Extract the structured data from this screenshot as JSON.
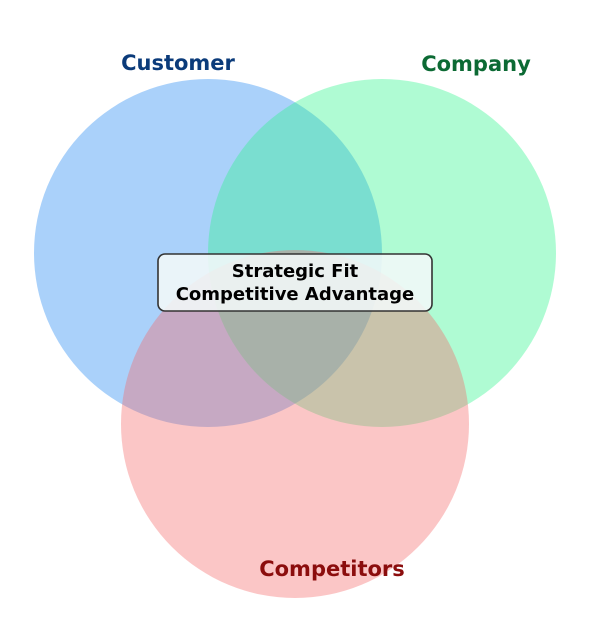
{
  "diagram": {
    "type": "venn-3",
    "sets": [
      {
        "id": "customer",
        "label": "Customer",
        "fill": "#1f86f2",
        "label_color": "#0b3b7a"
      },
      {
        "id": "company",
        "label": "Company",
        "fill": "#2cf58c",
        "label_color": "#0c6a34"
      },
      {
        "id": "competitors",
        "label": "Competitors",
        "fill": "#f46a6a",
        "label_color": "#8b0d0d"
      }
    ],
    "center_box": {
      "line1": "Strategic Fit",
      "line2": "Competitive Advantage",
      "background": "#f2f8f8",
      "border": "#333333"
    }
  }
}
